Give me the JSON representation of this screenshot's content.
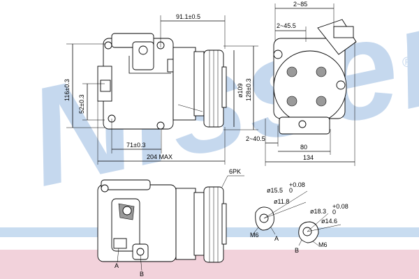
{
  "brand": {
    "wordmark": "Nissens",
    "registered": "®",
    "watermark_color": "#c5d8ee",
    "band_blue": "#c8dcf0",
    "band_pink": "#f2d2db"
  },
  "side_view": {
    "dim_91": "91.1±0.5",
    "dim_116": "116±0.3",
    "dim_52": "52±0.3",
    "dim_109": "ø109",
    "dim_128": "128±0.3",
    "dim_71": "71±0.3",
    "dim_204": "204  MAX"
  },
  "end_view": {
    "dim_2_85": "2~85",
    "dim_2_45": "2~45.5",
    "dim_2_40": "2~40.5",
    "dim_80": "80",
    "dim_134": "134"
  },
  "pulley": {
    "label": "6PK"
  },
  "port_a": {
    "dia_outer": "ø15.5",
    "tol_outer_upper": "+0.08",
    "tol_outer_lower": "0",
    "dia_inner": "ø11.8",
    "thread": "M6",
    "letter": "A"
  },
  "port_b": {
    "dia_outer": "ø18.3",
    "tol_outer_upper": "+0.08",
    "tol_outer_lower": "0",
    "dia_inner": "ø14.6",
    "thread": "M6",
    "letter": "B"
  },
  "bottom_labels": {
    "a": "A",
    "b": "B"
  }
}
